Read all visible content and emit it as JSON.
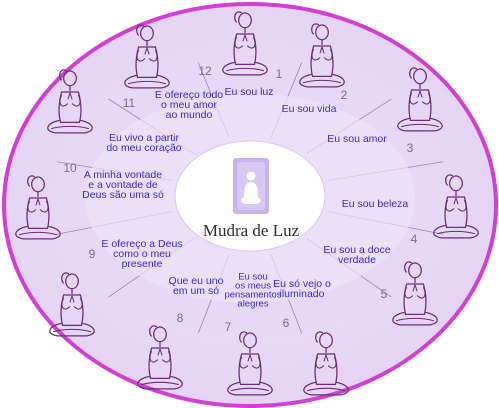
{
  "title": "Mudra de Luz",
  "colors": {
    "rim": "#d23fd2",
    "outer": "#f4e9fb",
    "ring": "#e6d6f6",
    "inner": "#f1e7fb",
    "center": "#ffffff",
    "label": "#3a2ad8",
    "number": "#7a6a9a",
    "figure": "#6b2d7a",
    "spoke": "#9a86b8"
  },
  "positions": [
    {
      "number": "1",
      "label": [
        "Eu sou luz"
      ]
    },
    {
      "number": "2",
      "label": [
        "Eu sou vida"
      ]
    },
    {
      "number": "3",
      "label": [
        "Eu sou amor"
      ]
    },
    {
      "number": "4",
      "label": [
        "Eu sou beleza"
      ]
    },
    {
      "number": "5",
      "label": [
        "Eu sou a doce",
        "verdade"
      ]
    },
    {
      "number": "6",
      "label": [
        "Eu só vejo o",
        "iluminado"
      ]
    },
    {
      "number": "7",
      "label": [
        "Eu sou",
        "os meus",
        "pensamentos",
        "alegres"
      ]
    },
    {
      "number": "8",
      "label": [
        "Que eu uno",
        "em um só"
      ]
    },
    {
      "number": "9",
      "label": [
        "E ofereço a Deus",
        "como o meu",
        "presente"
      ]
    },
    {
      "number": "10",
      "label": [
        "A minha vontade",
        "e a vontade de",
        "Deus são uma só"
      ]
    },
    {
      "number": "11",
      "label": [
        "Eu vivo a partir",
        "do meu coração"
      ]
    },
    {
      "number": "12",
      "label": [
        "E ofereço todo",
        "o meu amor",
        "ao mundo"
      ]
    }
  ]
}
